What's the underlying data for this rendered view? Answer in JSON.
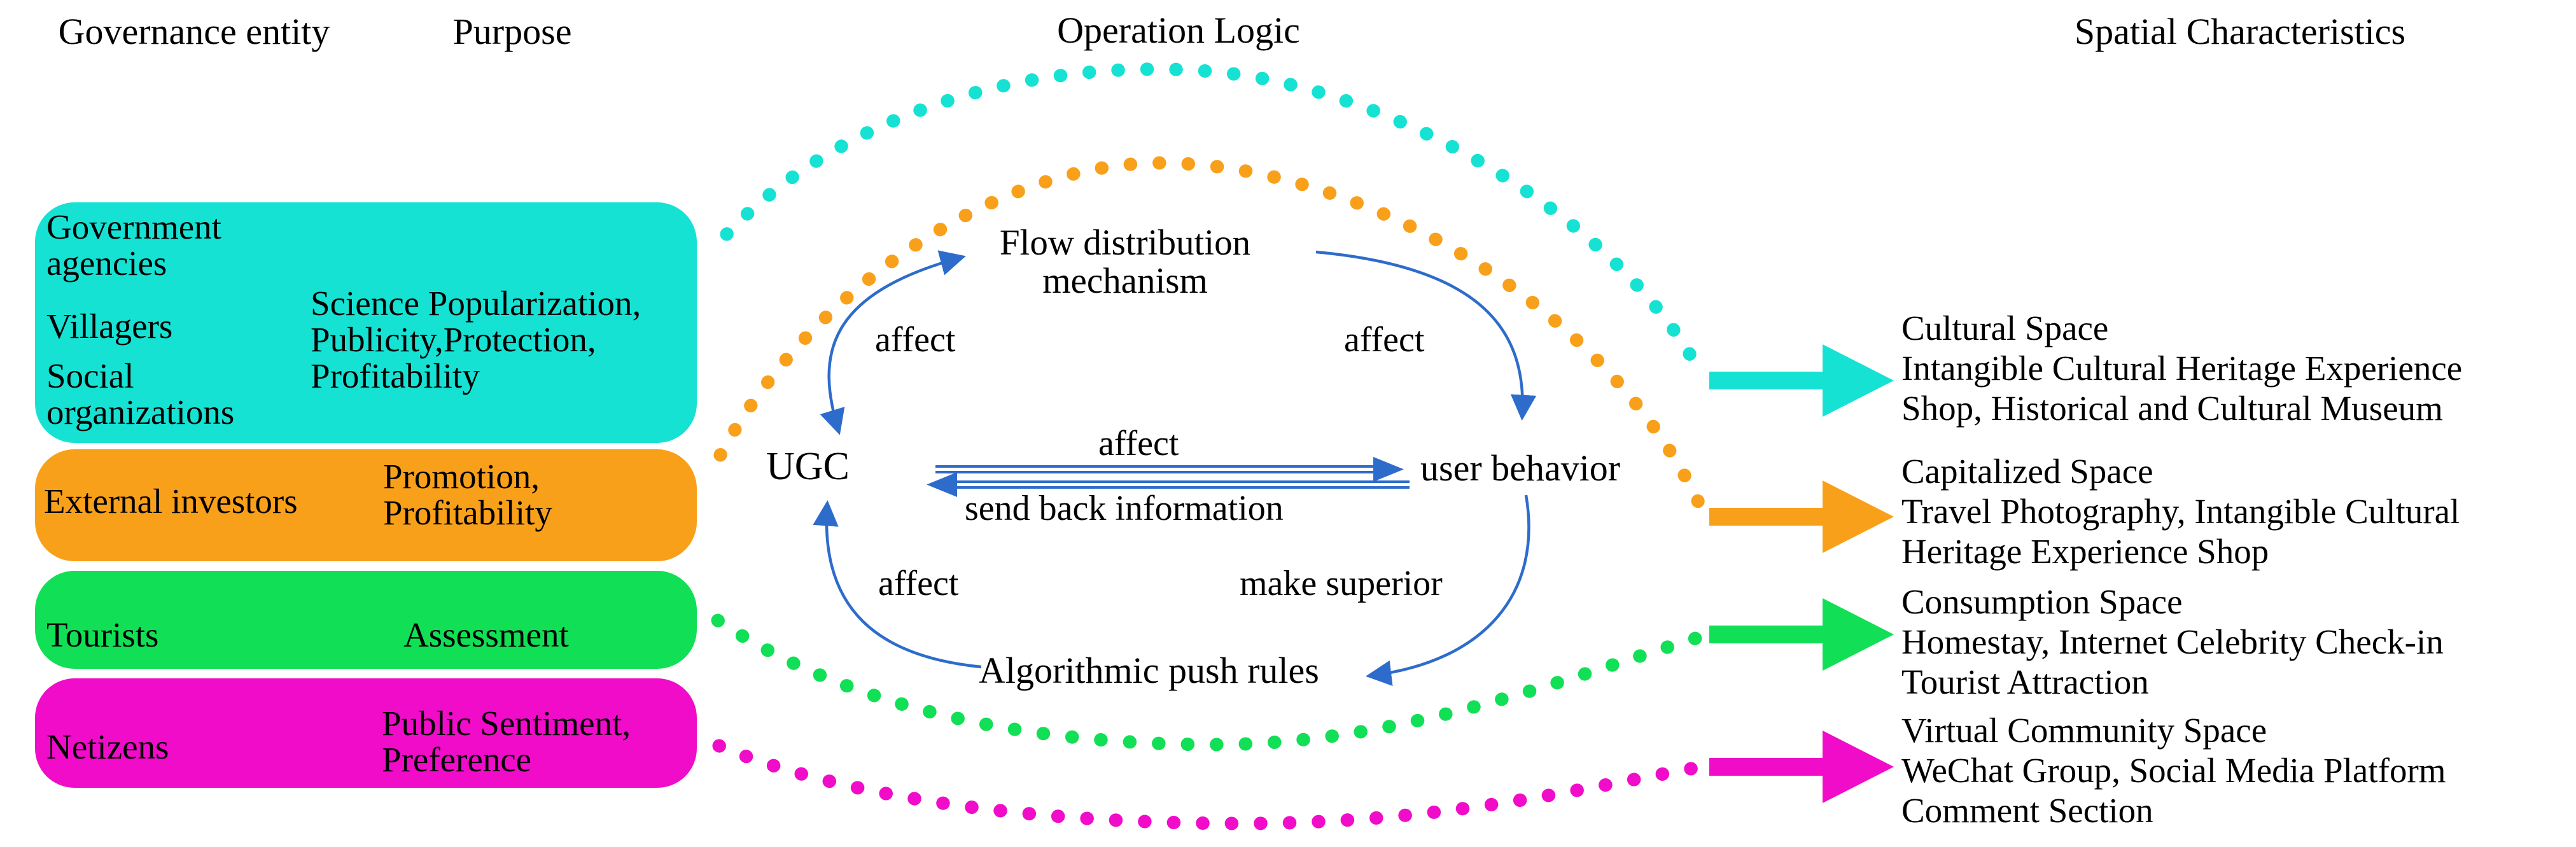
{
  "headers": {
    "governance_entity": "Governance entity",
    "purpose": "Purpose",
    "operation_logic": "Operation Logic",
    "spatial_characteristics": "Spatial Characteristics"
  },
  "colors": {
    "cyan": "#16E2D4",
    "orange": "#F9A01B",
    "green": "#11DF55",
    "magenta": "#F00CC9",
    "blue": "#2E6CCB"
  },
  "rows": [
    {
      "name": "government",
      "entity_lines": [
        [
          "Government",
          "agencies"
        ],
        [
          "Villagers"
        ],
        [
          "Social",
          "organizations"
        ]
      ],
      "purpose_lines": [
        "Science Popularization,",
        "Publicity,Protection,",
        "Profitability"
      ],
      "space": {
        "title": "Cultural Space",
        "desc_lines": [
          "Intangible Cultural Heritage Experience",
          "Shop, Historical and Cultural Museum"
        ]
      }
    },
    {
      "name": "external-investors",
      "entity_lines": [
        [
          "External investors"
        ]
      ],
      "purpose_lines": [
        "Promotion,",
        "Profitability"
      ],
      "space": {
        "title": "Capitalized Space",
        "desc_lines": [
          "Travel Photography, Intangible Cultural",
          "Heritage Experience Shop"
        ]
      }
    },
    {
      "name": "tourists",
      "entity_lines": [
        [
          "Tourists"
        ]
      ],
      "purpose_lines": [
        "Assessment"
      ],
      "space": {
        "title": "Consumption Space",
        "desc_lines": [
          "Homestay, Internet Celebrity Check-in",
          "Tourist Attraction"
        ]
      }
    },
    {
      "name": "netizens",
      "entity_lines": [
        [
          "Netizens"
        ]
      ],
      "purpose_lines": [
        "Public Sentiment,",
        "Preference"
      ],
      "space": {
        "title": "Virtual Community Space",
        "desc_lines": [
          "WeChat Group, Social Media Platform",
          "Comment Section"
        ]
      }
    }
  ],
  "operation": {
    "flow_mechanism_lines": [
      "Flow distribution",
      "mechanism"
    ],
    "ugc": "UGC",
    "user_behavior": "user behavior",
    "algorithm": "Algorithmic push rules",
    "labels": {
      "ugc_flow": "affect",
      "flow_user": "affect",
      "ugc_user": "affect",
      "user_ugc": "send back information",
      "algo_ugc": "affect",
      "user_algo": "make superior"
    }
  }
}
